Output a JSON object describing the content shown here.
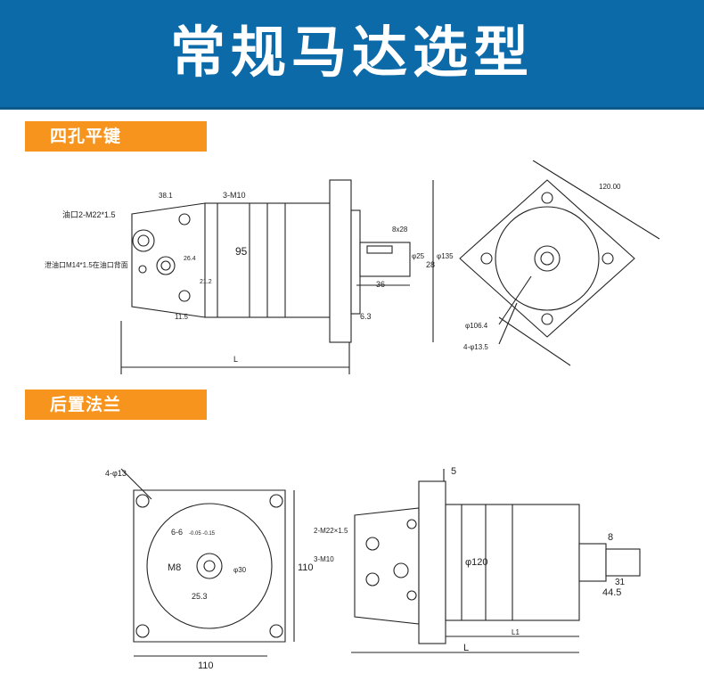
{
  "header": {
    "title": "常规马达选型",
    "bg_color": "#0d6aa8"
  },
  "sections": [
    {
      "label": "四孔平键",
      "color": "#f7941d"
    },
    {
      "label": "后置法兰",
      "color": "#f7941d"
    }
  ],
  "drawing1": {
    "side": {
      "bolt_label": "3-M10",
      "port_label": "油口2-M22*1.5",
      "leak_label": "泄油口M14*1.5在油口背面",
      "dim_95": "95",
      "dim_36": "36",
      "dim_6_3": "6.3",
      "dim_L": "L",
      "dim_28": "28",
      "dim_25": "φ25",
      "dim_key": "8x28",
      "dim_135": "φ135",
      "dim_top": "38.1",
      "dim_bottom": "11.5",
      "dim_26": "26.4",
      "dim_21": "21.2"
    },
    "front": {
      "pcd": "φ106.4",
      "holes": "4-φ13.5",
      "diag": "120.00"
    }
  },
  "drawing2": {
    "front": {
      "holes": "4-φ13",
      "bolt_pattern": "6-6",
      "tol": "-0.05 -0.15",
      "m8": "M8",
      "shaft": "φ30",
      "dim_25_3": "25.3",
      "dim_110_w": "110",
      "dim_110_h": "110"
    },
    "side": {
      "dim_5": "5",
      "dim_8": "8",
      "port_label": "2-M22×1.5",
      "bolt_label": "3-M10",
      "dim_120": "φ120",
      "dim_31": "31",
      "dim_44_5": "44.5",
      "dim_L": "L",
      "dim_L1": "L1"
    }
  }
}
